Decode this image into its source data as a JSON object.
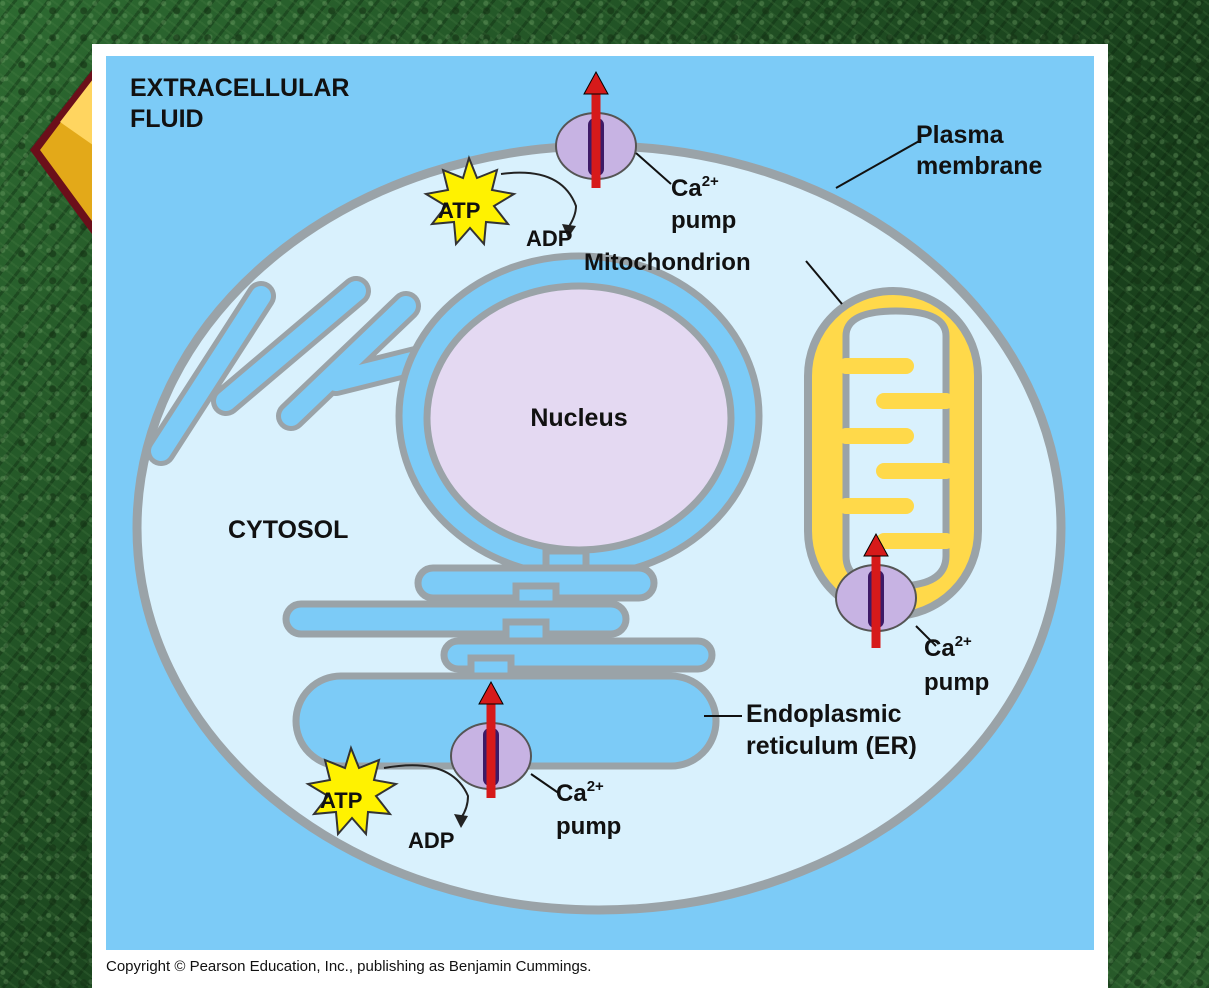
{
  "labels": {
    "extracellular_line1": "EXTRACELLULAR",
    "extracellular_line2": "FLUID",
    "plasma_line1": "Plasma",
    "plasma_line2": "membrane",
    "mitochondrion": "Mitochondrion",
    "nucleus": "Nucleus",
    "cytosol": "CYTOSOL",
    "er_line1": "Endoplasmic",
    "er_line2": "reticulum (ER)",
    "pump_ion": "Ca",
    "pump_charge": "2+",
    "pump_word": "pump",
    "atp": "ATP",
    "adp": "ADP"
  },
  "copyright": "Copyright © Pearson Education, Inc., publishing as Benjamin Cummings.",
  "colors": {
    "extracellular": "#7ccbf7",
    "cytosol": "#d9f1fd",
    "membrane": "#9aa3a8",
    "nucleus": "#e4d9f2",
    "mitochondrion": "#ffd94a",
    "pump": "#c7b3e3",
    "arrow": "#d61a1a",
    "atp_burst": "#fff200"
  }
}
